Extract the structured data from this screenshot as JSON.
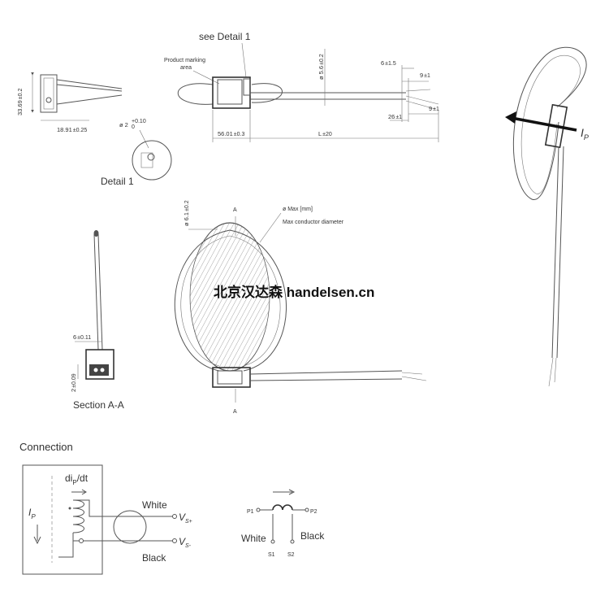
{
  "labels": {
    "see_detail": "see Detail 1",
    "product_marking": "Product marking",
    "product_marking_area": "area",
    "detail_1": "Detail 1",
    "section_aa": "Section A-A",
    "max_diameter": "ø Max [mm]",
    "max_conductor_diameter": "Max conductor diameter",
    "section_mark": "A",
    "watermark": "北京汉达森 handelsen.cn",
    "connection_title": "Connection",
    "didt": "di",
    "didt_sub": "P",
    "didt_tail": "/dt",
    "ip_main": "I",
    "ip_sub": "P",
    "vs_main": "V",
    "vs_plus_sub": "S+",
    "vs_minus_sub": "S-",
    "white": "White",
    "black": "Black",
    "p1": "P1",
    "p2": "P2",
    "s1": "S1",
    "s2": "S2",
    "p_arrow_label": "I"
  },
  "dimensions": {
    "height_33": "33.69",
    "height_33_tol": "±0.2",
    "width_18": "18.91",
    "width_18_tol": "±0.25",
    "hole_d2": "ø 2",
    "hole_d2_tol_top": "+0.10",
    "hole_d2_tol_bot": "0",
    "len_56": "56.01",
    "len_56_tol": "±0.3",
    "len_L": "L",
    "len_L_tol": "±20",
    "dia_56": "ø 5.6",
    "dia_56_tol": "±0.2",
    "dim_6": "6",
    "dim_6_tol": "±1.5",
    "dim_9a": "9",
    "dim_9a_tol": "±1",
    "dim_9b": "9",
    "dim_9b_tol": "±1",
    "dim_26": "26",
    "dim_26_tol": "±1",
    "dia_61": "ø 6.1",
    "dia_61_tol": "±0.2",
    "sec_6": "6",
    "sec_6_tol": "±0.11",
    "sec_2": "2",
    "sec_2_tol": "±0.09"
  },
  "colors": {
    "line": "#555555",
    "hatch": "#9a9a9a",
    "arrow": "#111111"
  }
}
